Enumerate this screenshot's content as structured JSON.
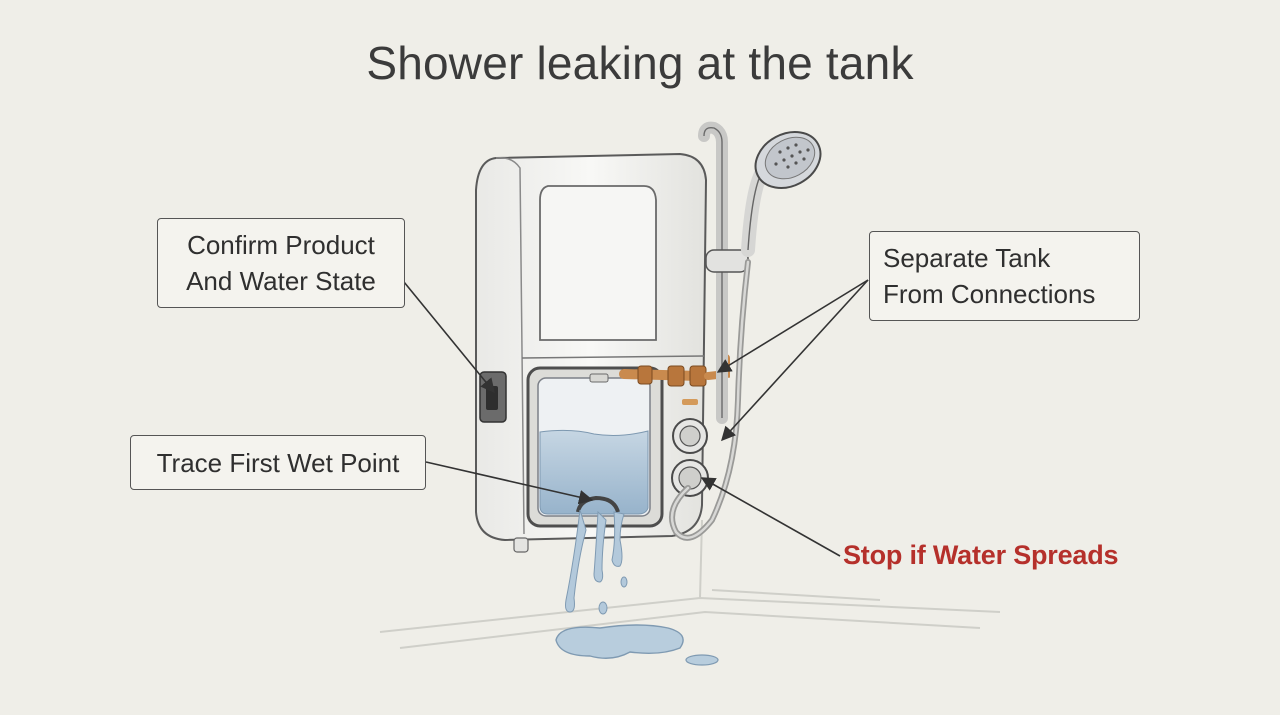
{
  "title": "Shower leaking at the tank",
  "callouts": {
    "confirm": {
      "line1": "Confirm Product",
      "line2": "And Water State"
    },
    "separate": {
      "line1": "Separate Tank",
      "line2": "From Connections"
    },
    "trace": {
      "label": "Trace First Wet Point"
    },
    "warning": {
      "label": "Stop if Water Spreads"
    }
  },
  "colors": {
    "background": "#efeee8",
    "warning": "#b5302b",
    "water": "#a9c3d8",
    "copper": "#c98a4e"
  },
  "icons": {
    "heater": "water-heater-icon",
    "shower": "shower-head-icon",
    "puddle": "water-puddle-icon"
  }
}
